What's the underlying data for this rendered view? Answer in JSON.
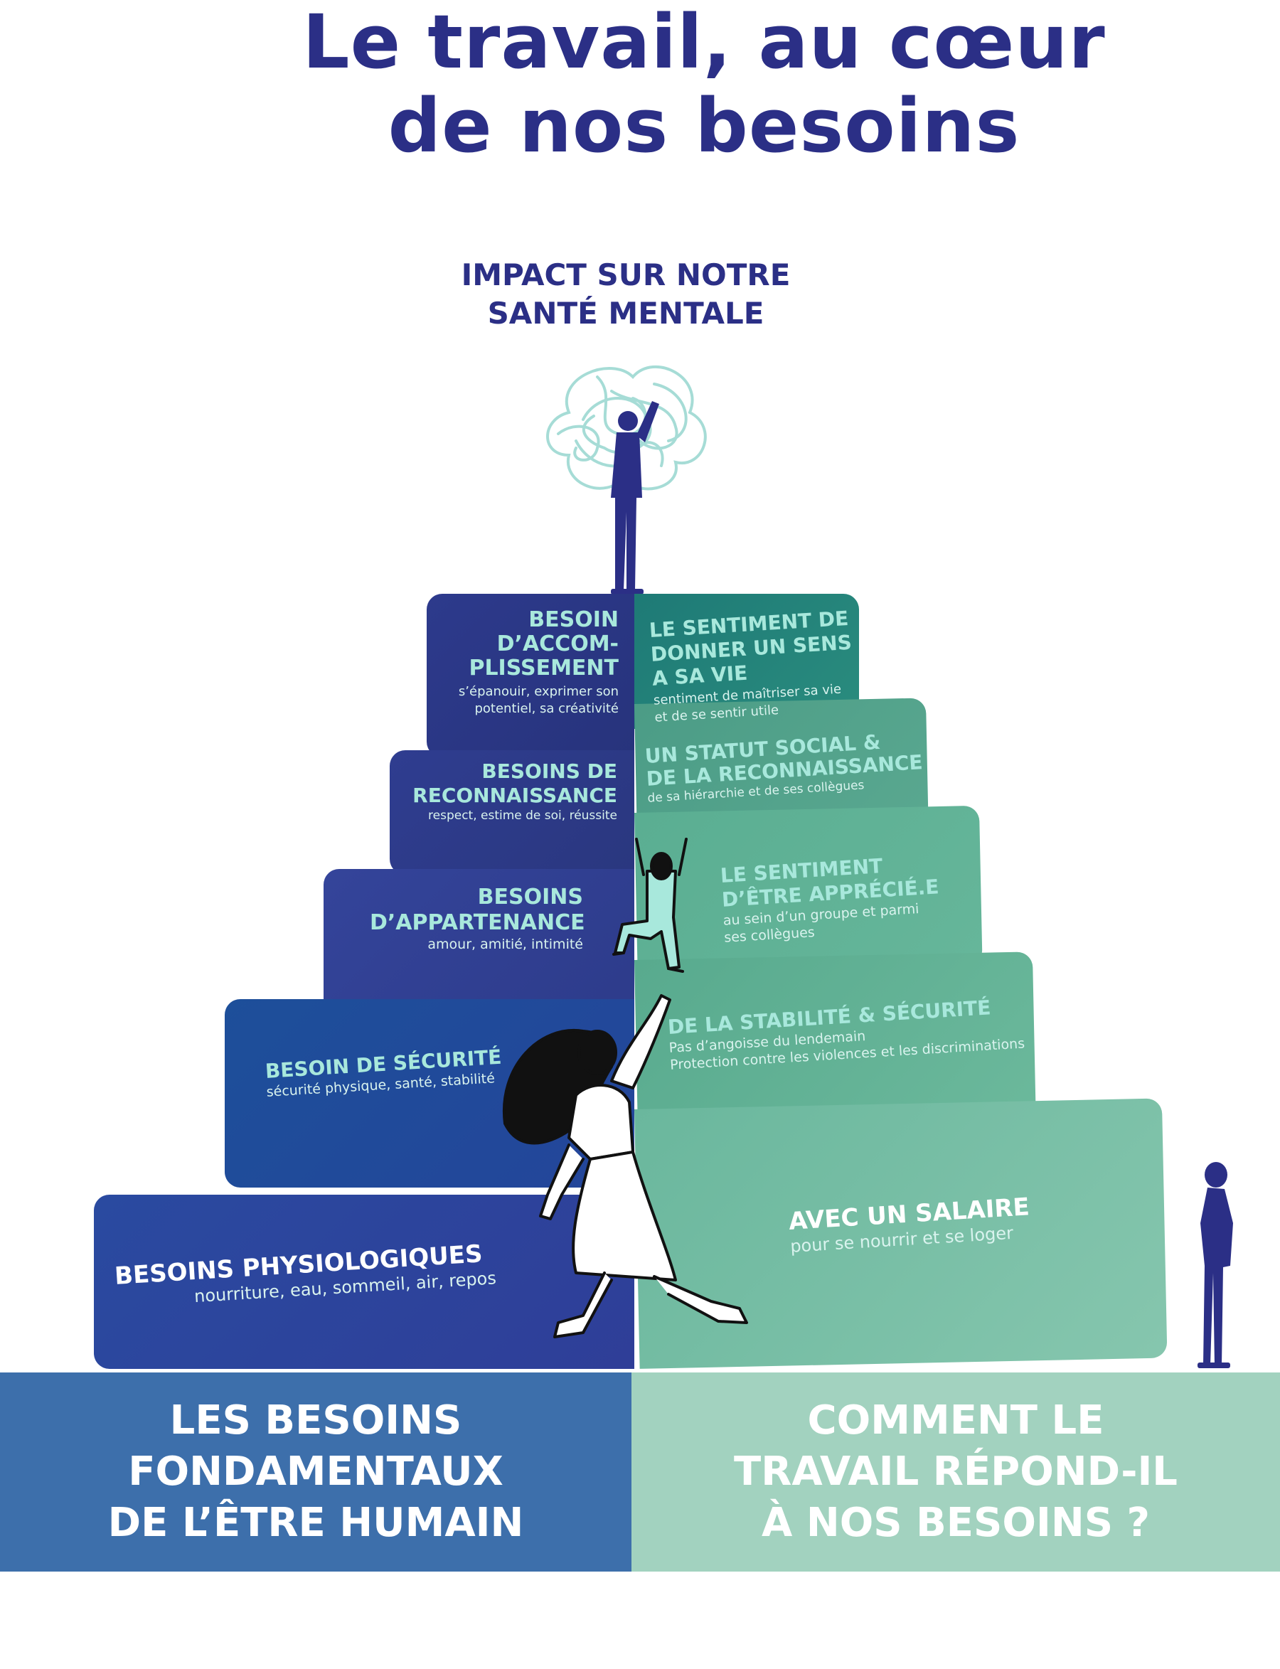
{
  "title": {
    "line1": "Le travail, au cœur",
    "line2": "de nos besoins"
  },
  "impact": {
    "line1": "IMPACT SUR NOTRE",
    "line2": "SANTÉ MENTALE"
  },
  "tiers": [
    {
      "left": {
        "title_lines": [
          "BESOIN",
          "D’ACCOM-",
          "PLISSEMENT"
        ],
        "sub_lines": [
          "s’épanouir, exprimer son",
          "potentiel, sa créativité"
        ]
      },
      "right": {
        "title_lines": [
          "LE SENTIMENT DE",
          "DONNER UN SENS",
          "A SA VIE"
        ],
        "sub_lines": [
          "sentiment de maîtriser sa vie",
          "et de se sentir utile"
        ]
      }
    },
    {
      "left": {
        "title_lines": [
          "BESOINS DE",
          "RECONNAISSANCE"
        ],
        "sub_lines": [
          "respect, estime de soi, réussite"
        ]
      },
      "right": {
        "title_lines": [
          "UN STATUT SOCIAL &",
          "DE LA RECONNAISSANCE"
        ],
        "sub_lines": [
          "de sa hiérarchie et de ses collègues"
        ]
      }
    },
    {
      "left": {
        "title_lines": [
          "BESOINS",
          "D’APPARTENANCE"
        ],
        "sub_lines": [
          "amour, amitié, intimité"
        ]
      },
      "right": {
        "title_lines": [
          "LE SENTIMENT",
          "D’ÊTRE APPRÉCIÉ.E"
        ],
        "sub_lines": [
          "au sein d’un groupe et parmi",
          "ses collègues"
        ]
      }
    },
    {
      "left": {
        "title_lines": [
          "BESOIN DE SÉCURITÉ"
        ],
        "sub_lines": [
          "sécurité physique, santé, stabilité"
        ]
      },
      "right": {
        "title_lines": [
          "DE LA STABILITÉ & SÉCURITÉ"
        ],
        "sub_lines": [
          "Pas d’angoisse du lendemain",
          "Protection contre les violences et les discriminations"
        ]
      }
    },
    {
      "left": {
        "title_lines": [
          "BESOINS PHYSIOLOGIQUES"
        ],
        "sub_lines": [
          "nourriture, eau, sommeil, air, repos"
        ]
      },
      "right": {
        "title_lines": [
          "AVEC UN SALAIRE"
        ],
        "sub_lines": [
          "pour se nourrir et se loger"
        ]
      }
    }
  ],
  "bottom": {
    "left_lines": [
      "LES BESOINS",
      "FONDAMENTAUX",
      "DE L’ÊTRE HUMAIN"
    ],
    "right_lines": [
      "COMMENT LE",
      "TRAVAIL RÉPOND-IL",
      "À NOS BESOINS ?"
    ]
  },
  "colors": {
    "navy": "#2b2f86",
    "teal_text": "#a8e8dc",
    "bar_left": "#3d6fab",
    "bar_right": "#a2d2bf",
    "brain": "#a6dcd6"
  },
  "icons": [
    "brain-scribble-icon",
    "standing-person-icon",
    "climbing-person-icon",
    "woman-climber-icon",
    "observer-person-icon"
  ]
}
